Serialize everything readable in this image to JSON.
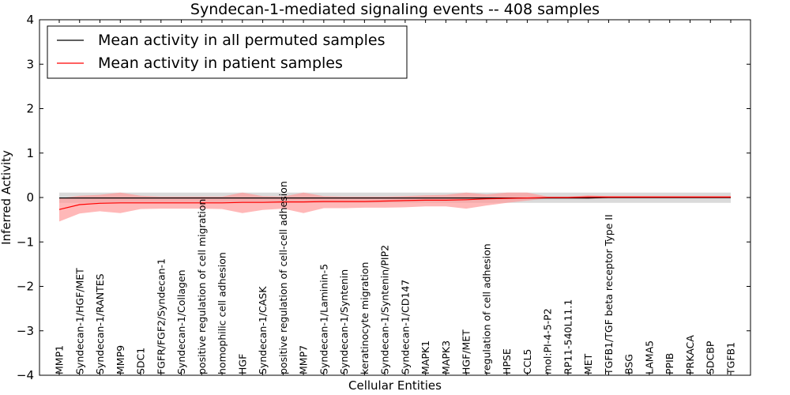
{
  "chart_data": {
    "type": "line",
    "title": "Syndecan-1-mediated signaling events -- 408 samples",
    "xlabel": "Cellular Entities",
    "ylabel": "Inferred Activity",
    "ylim": [
      -4,
      4
    ],
    "yticks": [
      "−4",
      "−3",
      "−2",
      "−1",
      "0",
      "1",
      "2",
      "3",
      "4"
    ],
    "yticks_values": [
      -4,
      -3,
      -2,
      -1,
      0,
      1,
      2,
      3,
      4
    ],
    "legend_position": "top-left",
    "categories": [
      "MMP1",
      "Syndecan-1/HGF/MET",
      "Syndecan-1/RANTES",
      "MMP9",
      "SDC1",
      "FGFR/FGF2/Syndecan-1",
      "Syndecan-1/Collagen",
      "positive regulation of cell migration",
      "homophilic cell adhesion",
      "HGF",
      "Syndecan-1/CASK",
      "positive regulation of cell-cell adhesion",
      "MMP7",
      "Syndecan-1/Laminin-5",
      "Syndecan-1/Syntenin",
      "keratinocyte migration",
      "Syndecan-1/Syntenin/PIP2",
      "Syndecan-1/CD147",
      "MAPK1",
      "MAPK3",
      "HGF/MET",
      "regulation of cell adhesion",
      "HPSE",
      "CCL5",
      "mol:PI-4-5-P2",
      "RP11-540L11.1",
      "MET",
      "TGFB1/TGF beta receptor Type II",
      "BSG",
      "LAMA5",
      "PPIB",
      "PRKACA",
      "SDCBP",
      "TGFB1"
    ],
    "series": [
      {
        "name": "Mean activity in all permuted samples",
        "color": "#000000",
        "band_color": "#bbbbbb",
        "values": [
          -0.01,
          -0.01,
          -0.01,
          -0.01,
          -0.01,
          -0.01,
          -0.01,
          -0.01,
          -0.01,
          -0.01,
          -0.01,
          -0.01,
          -0.01,
          -0.01,
          -0.01,
          -0.01,
          -0.01,
          -0.01,
          -0.01,
          -0.01,
          -0.01,
          -0.01,
          -0.01,
          -0.01,
          -0.01,
          -0.01,
          -0.01,
          0.0,
          0.0,
          0.0,
          0.0,
          0.0,
          0.0,
          0.0
        ],
        "upper": [
          0.11,
          0.11,
          0.11,
          0.11,
          0.11,
          0.11,
          0.11,
          0.11,
          0.11,
          0.11,
          0.11,
          0.11,
          0.11,
          0.11,
          0.11,
          0.11,
          0.11,
          0.11,
          0.11,
          0.11,
          0.11,
          0.11,
          0.11,
          0.11,
          0.11,
          0.11,
          0.11,
          0.11,
          0.11,
          0.11,
          0.11,
          0.11,
          0.11,
          0.11
        ],
        "lower": [
          -0.12,
          -0.12,
          -0.12,
          -0.12,
          -0.12,
          -0.12,
          -0.12,
          -0.12,
          -0.12,
          -0.12,
          -0.12,
          -0.12,
          -0.12,
          -0.12,
          -0.12,
          -0.12,
          -0.12,
          -0.12,
          -0.12,
          -0.12,
          -0.12,
          -0.12,
          -0.12,
          -0.12,
          -0.12,
          -0.12,
          -0.12,
          -0.12,
          -0.12,
          -0.12,
          -0.12,
          -0.12,
          -0.12,
          -0.12
        ]
      },
      {
        "name": "Mean activity in patient samples",
        "color": "#ff0000",
        "band_color": "#ff9a9a",
        "values": [
          -0.27,
          -0.16,
          -0.13,
          -0.12,
          -0.12,
          -0.12,
          -0.12,
          -0.12,
          -0.12,
          -0.11,
          -0.11,
          -0.1,
          -0.1,
          -0.09,
          -0.09,
          -0.09,
          -0.08,
          -0.07,
          -0.06,
          -0.06,
          -0.05,
          -0.03,
          -0.02,
          -0.01,
          0.0,
          0.0,
          0.01,
          0.01,
          0.01,
          0.01,
          0.01,
          0.01,
          0.01,
          0.01
        ],
        "upper": [
          -0.02,
          0.04,
          0.06,
          0.11,
          0.04,
          0.02,
          0.02,
          0.02,
          0.02,
          0.11,
          0.03,
          0.02,
          0.11,
          0.03,
          0.02,
          0.02,
          0.02,
          0.03,
          0.05,
          0.06,
          0.11,
          0.07,
          0.11,
          0.11,
          0.02,
          0.02,
          0.05,
          0.03,
          0.03,
          0.03,
          0.03,
          0.03,
          0.03,
          0.03
        ],
        "lower": [
          -0.54,
          -0.36,
          -0.31,
          -0.35,
          -0.26,
          -0.25,
          -0.25,
          -0.25,
          -0.26,
          -0.35,
          -0.28,
          -0.25,
          -0.35,
          -0.24,
          -0.24,
          -0.23,
          -0.23,
          -0.22,
          -0.2,
          -0.2,
          -0.25,
          -0.18,
          -0.12,
          -0.07,
          -0.02,
          -0.02,
          -0.03,
          -0.02,
          -0.02,
          -0.02,
          -0.02,
          -0.02,
          -0.02,
          -0.02
        ]
      }
    ]
  }
}
